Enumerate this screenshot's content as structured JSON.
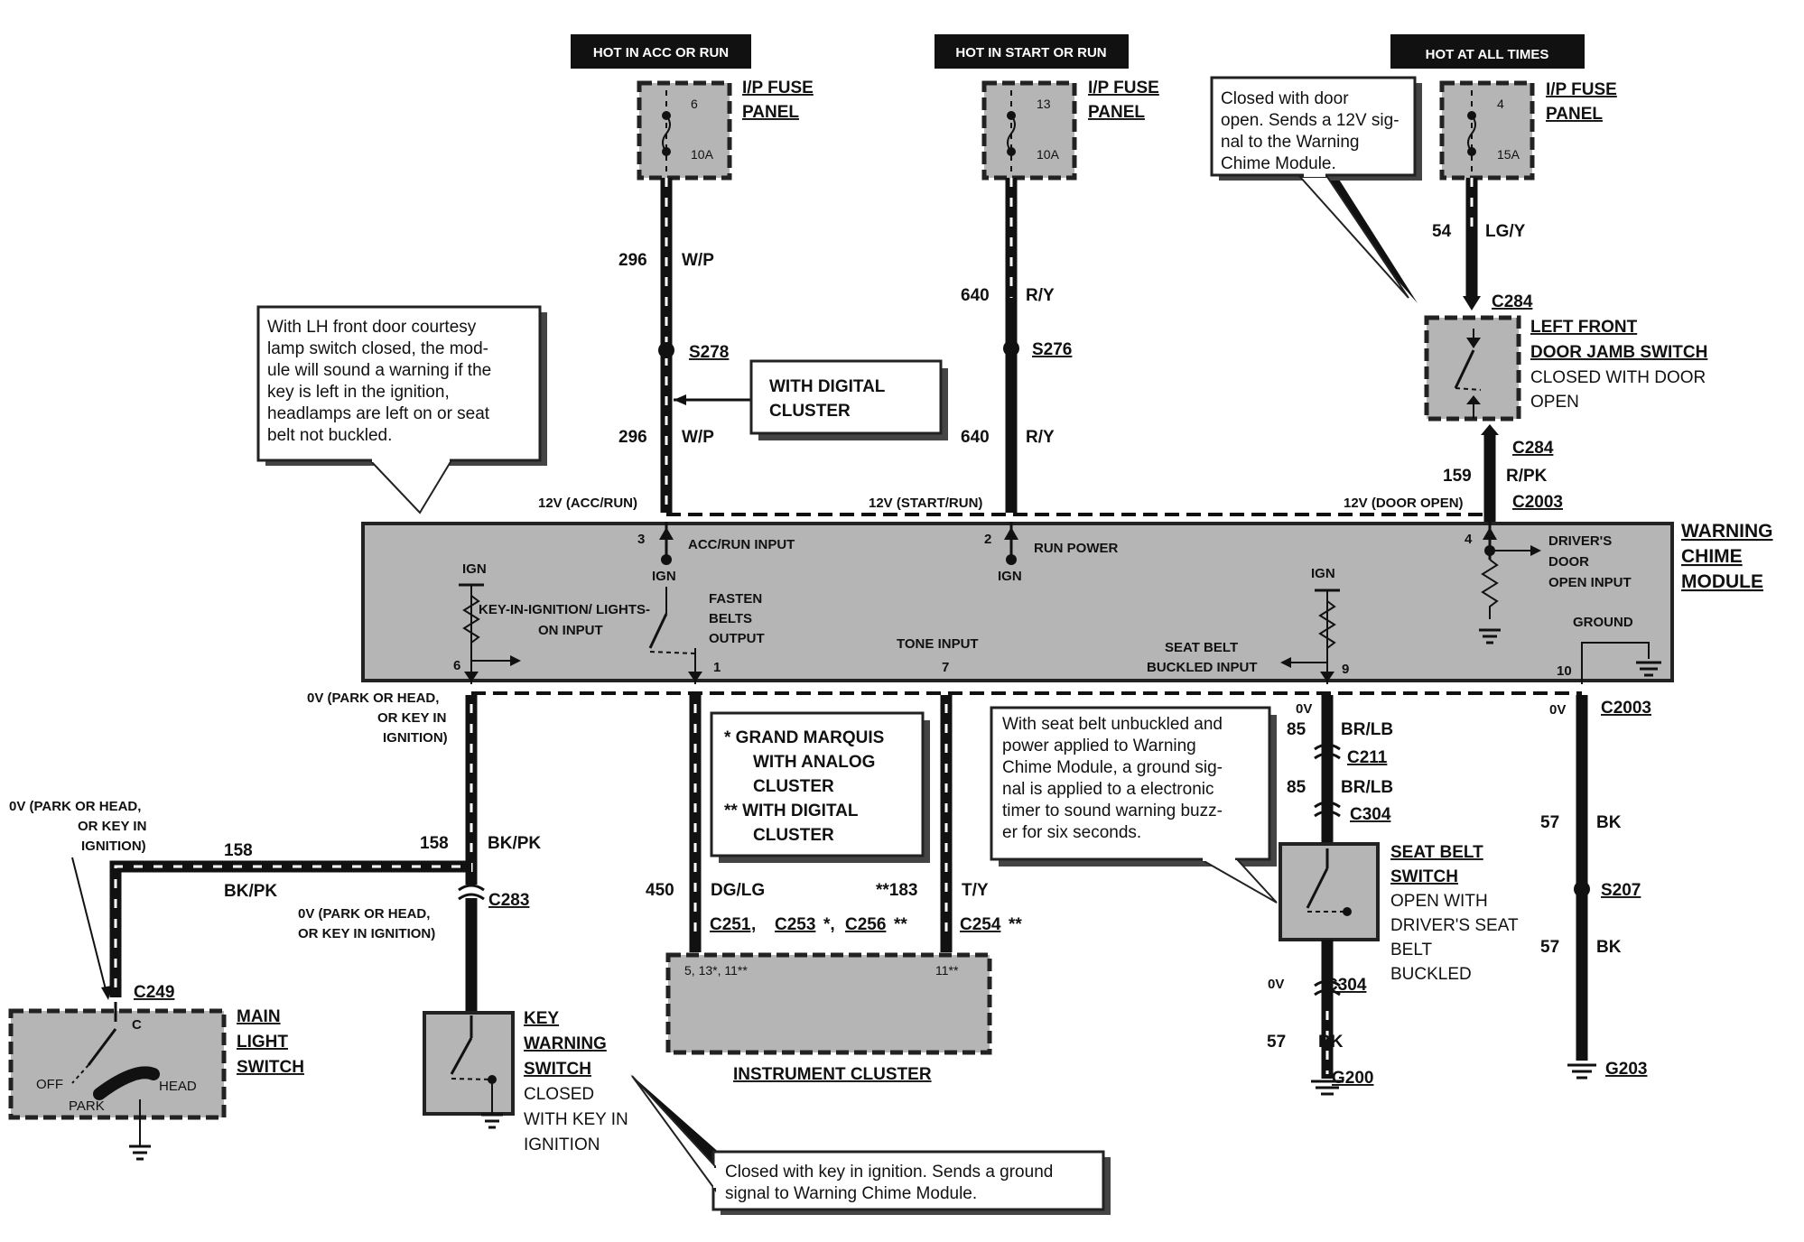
{
  "headers": {
    "acc": "HOT IN ACC OR RUN",
    "start": "HOT IN START OR RUN",
    "always": "HOT AT ALL TIMES"
  },
  "fuses": {
    "f1": {
      "title1": "I/P FUSE",
      "title2": "PANEL",
      "num": "6",
      "amp": "10A"
    },
    "f2": {
      "title1": "I/P FUSE",
      "title2": "PANEL",
      "num": "13",
      "amp": "10A"
    },
    "f3": {
      "title1": "I/P FUSE",
      "title2": "PANEL",
      "num": "4",
      "amp": "15A"
    }
  },
  "wires": {
    "w296a": {
      "num": "296",
      "color": "W/P"
    },
    "w296b": {
      "num": "296",
      "color": "W/P"
    },
    "w640a": {
      "num": "640",
      "color": "R/Y"
    },
    "w640b": {
      "num": "640",
      "color": "R/Y"
    },
    "w54": {
      "num": "54",
      "color": "LG/Y"
    },
    "w159": {
      "num": "159",
      "color": "R/PK"
    },
    "w158a": {
      "num": "158",
      "color": "BK/PK"
    },
    "w158b": {
      "num": "158",
      "color": "BK/PK"
    },
    "w450": {
      "num": "450",
      "color": "DG/LG"
    },
    "w183": {
      "num": "**183",
      "color": "T/Y"
    },
    "w85a": {
      "num": "85",
      "color": "BR/LB"
    },
    "w85b": {
      "num": "85",
      "color": "BR/LB"
    },
    "w57a": {
      "num": "57",
      "color": "BK"
    },
    "w57b": {
      "num": "57",
      "color": "BK"
    },
    "w57c": {
      "num": "57",
      "color": "BK"
    }
  },
  "splices": {
    "s278": "S278",
    "s276": "S276",
    "s207": "S207"
  },
  "connectors": {
    "c284a": "C284",
    "c284b": "C284",
    "c2003a": "C2003",
    "c2003b": "C2003",
    "c283": "C283",
    "c249": "C249",
    "c211": "C211",
    "c304a": "C304",
    "c304b": "C304",
    "c251": "C251",
    "c253": "C253",
    "c256": "C256",
    "c254": "C254",
    "c253_suffix": "*,",
    "c256_suffix": "**",
    "c254_suffix": "**",
    "comma": ","
  },
  "grounds": {
    "g200": "G200",
    "g203": "G203"
  },
  "digital_cluster_box": {
    "line1": "WITH DIGITAL",
    "line2": "CLUSTER"
  },
  "cluster_key_box": {
    "l1": "*  GRAND MARQUIS",
    "l2": "WITH ANALOG",
    "l3": "CLUSTER",
    "l4": "** WITH DIGITAL",
    "l5": "CLUSTER"
  },
  "bus_labels": {
    "acc": "12V (ACC/RUN)",
    "start": "12V (START/RUN)",
    "door": "12V (DOOR OPEN)"
  },
  "module": {
    "title1": "WARNING",
    "title2": "CHIME",
    "title3": "MODULE",
    "pin3": "3",
    "pin2": "2",
    "pin4": "4",
    "pin6": "6",
    "pin1": "1",
    "pin7": "7",
    "pin9": "9",
    "pin10": "10",
    "acc_input": "ACC/RUN INPUT",
    "run_power": "RUN POWER",
    "drivers_door1": "DRIVER'S",
    "drivers_door2": "DOOR",
    "drivers_door3": "OPEN INPUT",
    "ign1": "IGN",
    "ign2": "IGN",
    "ign3": "IGN",
    "ign4": "IGN",
    "key_in1": "KEY-IN-IGNITION/ LIGHTS-",
    "key_in2": "ON INPUT",
    "fasten1": "FASTEN",
    "fasten2": "BELTS",
    "fasten3": "OUTPUT",
    "tone": "TONE INPUT",
    "seatbelt1": "SEAT BELT",
    "seatbelt2": "BUCKLED INPUT",
    "ground": "GROUND"
  },
  "voltage_notes": {
    "ov_park1": "0V (PARK OR HEAD,",
    "ov_park2": "OR KEY IN",
    "ov_park3": "IGNITION)",
    "ov_left1": "0V (PARK OR HEAD,",
    "ov_left2": "OR KEY IN",
    "ov_left3": "IGNITION)",
    "ov_c283_1": "0V (PARK OR HEAD,",
    "ov_c283_2": "OR KEY IN IGNITION)",
    "ov85": "0V",
    "ov57": "0V",
    "ov304": "0V"
  },
  "components": {
    "door_jamb": {
      "l1": "LEFT FRONT",
      "l2": "DOOR JAMB SWITCH",
      "l3": "CLOSED WITH DOOR",
      "l4": "OPEN"
    },
    "main_light": {
      "l1": "MAIN",
      "l2": "LIGHT",
      "l3": "SWITCH",
      "off": "OFF",
      "park": "PARK",
      "head": "HEAD",
      "c": "C"
    },
    "key_warning": {
      "l1": "KEY",
      "l2": "WARNING",
      "l3": "SWITCH",
      "l4": "CLOSED",
      "l5": "WITH KEY IN",
      "l6": "IGNITION"
    },
    "seat_belt": {
      "l1": "SEAT BELT",
      "l2": "SWITCH",
      "l3": "OPEN WITH",
      "l4": "DRIVER'S SEAT",
      "l5": "BELT",
      "l6": "BUCKLED"
    },
    "instrument_cluster": {
      "title": "INSTRUMENT CLUSTER",
      "pins_left": "5, 13*,      11**",
      "pins_right": "11**"
    }
  },
  "callouts": {
    "lh_door": [
      "With LH front  door courtesy",
      "lamp switch closed, the mod-",
      "ule will sound a warning if the",
      "key  is  left  in  the  ignition,",
      "headlamps are left on or seat",
      "belt not buckled."
    ],
    "door_open": [
      "Closed    with    door",
      "open. Sends a 12V sig-",
      "nal  to  the  Warning",
      "Chime Module."
    ],
    "seat_belt": [
      "With seat belt unbuckled and",
      "power applied to Warning",
      "Chime Module, a ground sig-",
      "nal is applied to a electronic",
      "timer to sound warning buzz-",
      "er for six seconds."
    ],
    "key_ign": [
      "Closed with key in ignition. Sends a ground",
      "signal to Warning Chime Module."
    ]
  }
}
